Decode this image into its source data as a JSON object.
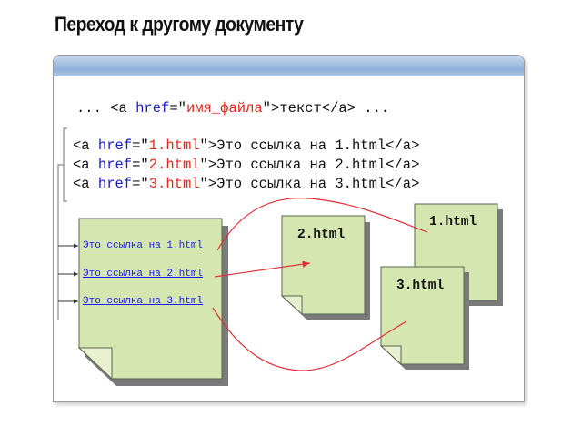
{
  "title": "Переход к другому документу",
  "syntax_line": {
    "prefix": "... <a ",
    "attr": "href",
    "eq": "=\"",
    "value": "имя_файла",
    "close": "\">текст</a> ..."
  },
  "code_lines": [
    {
      "open": "<a ",
      "attr": "href",
      "eq": "=\"",
      "value": "1.html",
      "close": "\">Это ссылка на 1.html</a>"
    },
    {
      "open": "<a ",
      "attr": "href",
      "eq": "=\"",
      "value": "2.html",
      "close": "\">Это ссылка на 2.html</a>"
    },
    {
      "open": "<a ",
      "attr": "href",
      "eq": "=\"",
      "value": "3.html",
      "close": "\">Это ссылка на 3.html</a>"
    }
  ],
  "source_doc": {
    "links": [
      "Это ссылка на 1.html",
      "Это ссылка на 2.html",
      "Это ссылка на 3.html"
    ]
  },
  "target_docs": [
    {
      "label": "1.html"
    },
    {
      "label": "2.html"
    },
    {
      "label": "3.html"
    }
  ],
  "colors": {
    "doc_fill": "#d6e6b0",
    "doc_border": "#5a6650",
    "shadow": "#7a7a7a",
    "arrow": "#e0303a",
    "keyword": "#1c1ccc",
    "string": "#e0281e",
    "link": "#1a1aee"
  }
}
